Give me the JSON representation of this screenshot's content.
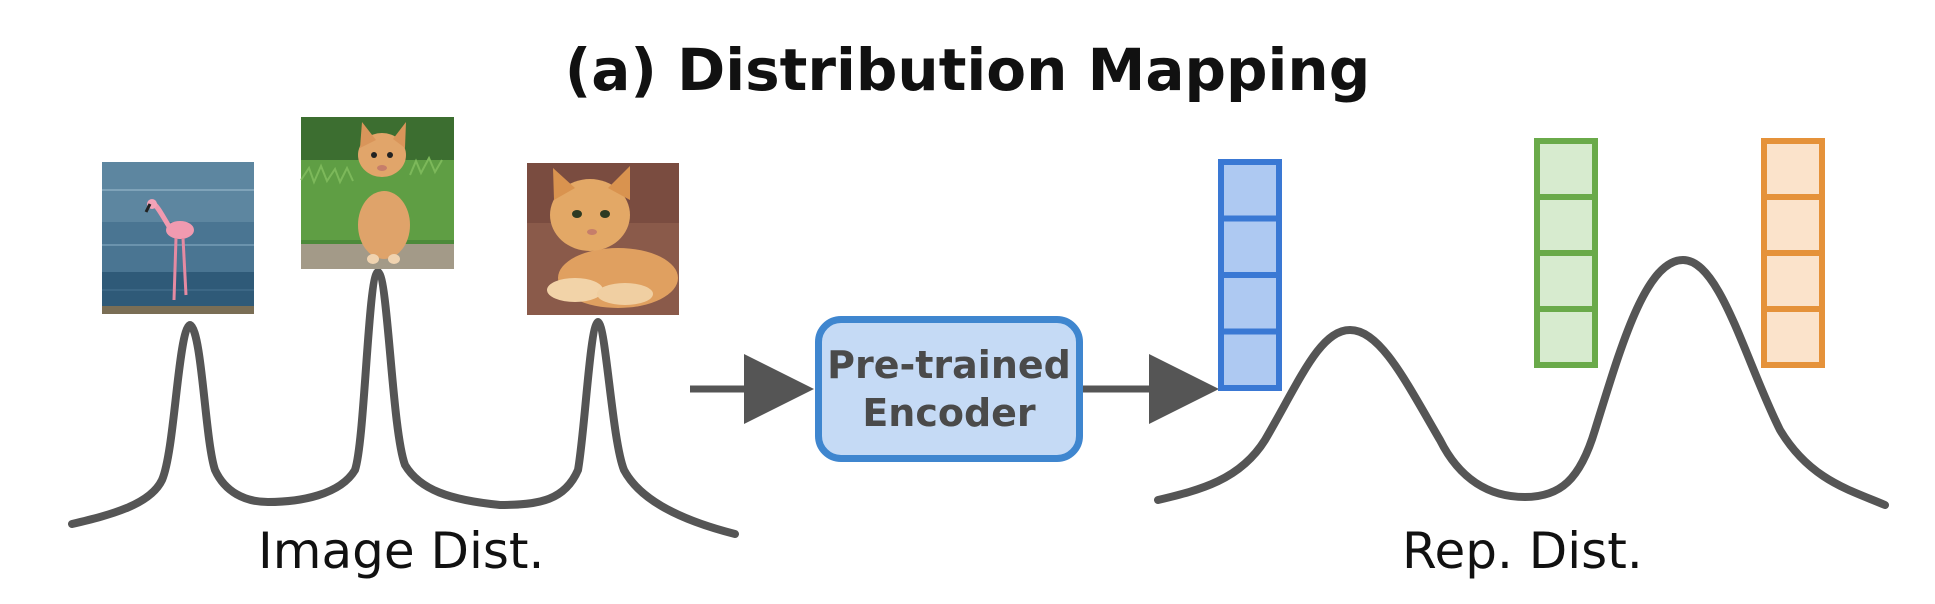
{
  "title": "(a) Distribution Mapping",
  "left_label": "Image Dist.",
  "right_label": "Rep. Dist.",
  "encoder": {
    "line1": "Pre-trained",
    "line2": "Encoder"
  },
  "images": [
    {
      "name": "flamingo-image",
      "depicts": "flamingo standing in water"
    },
    {
      "name": "kitten-standing-image",
      "depicts": "kitten sitting on grass"
    },
    {
      "name": "kitten-lying-image",
      "depicts": "kitten lying down"
    }
  ],
  "representation_vectors": [
    {
      "name": "blue-representation-vector",
      "cells": 4,
      "border": "#3a78d4",
      "fill": "#aec9f2"
    },
    {
      "name": "green-representation-vector",
      "cells": 4,
      "border": "#6aaa4a",
      "fill": "#d7ebcf"
    },
    {
      "name": "orange-representation-vector",
      "cells": 4,
      "border": "#e5923a",
      "fill": "#fbe3cb"
    }
  ],
  "colors": {
    "curve": "#555555",
    "arrow": "#555555"
  }
}
